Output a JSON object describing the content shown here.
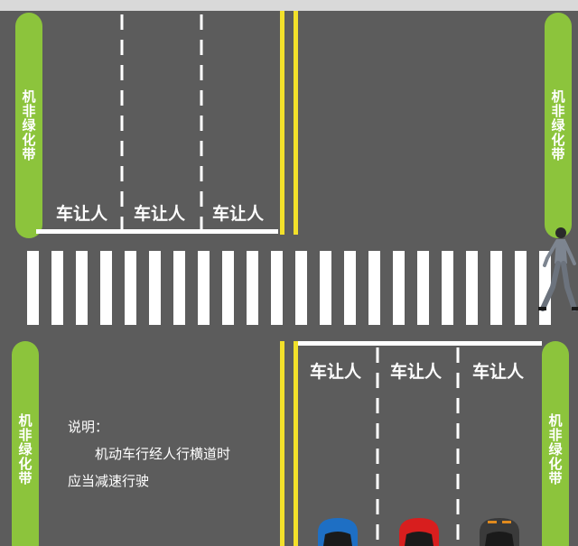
{
  "colors": {
    "road": "#5c5c5c",
    "green_strip": "#8cc43c",
    "yellow_line": "#f2e02a",
    "white_line": "#ffffff"
  },
  "strip_label": "机非绿化带",
  "lane_label": "车让人",
  "note": {
    "title": "说明：",
    "line1": "机动车行经人行横道时",
    "line2": "应当减速行驶"
  },
  "cars": [
    {
      "color": "#1e6fc4"
    },
    {
      "color": "#d81e1e"
    },
    {
      "color": "#3a3a3a"
    }
  ]
}
